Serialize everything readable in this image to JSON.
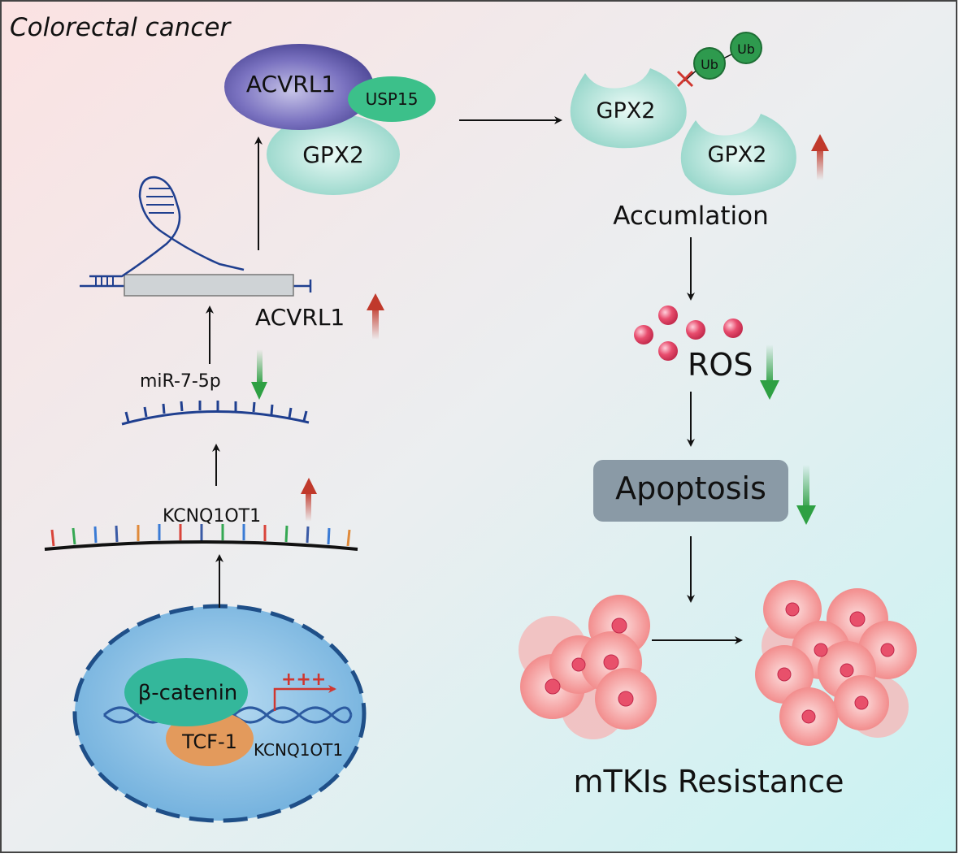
{
  "title": "Colorectal cancer",
  "labels": {
    "acvrl1_complex": "ACVRL1",
    "usp15": "USP15",
    "gpx2_complex": "GPX2",
    "gpx2_a": "GPX2",
    "gpx2_b": "GPX2",
    "ub1": "Ub",
    "ub2": "Ub",
    "accumulation": "Accumlation",
    "acvrl1_gene": "ACVRL1",
    "mir": "miR-7-5p",
    "lnc": "KCNQ1OT1",
    "ros": "ROS",
    "apoptosis": "Apoptosis",
    "beta_catenin": "β-catenin",
    "tcf1": "TCF-1",
    "kcnq_gene": "KCNQ1OT1",
    "plus": "+++",
    "resistance": "mTKIs Resistance"
  },
  "colors": {
    "up_arrow": "#c0392b",
    "down_arrow": "#2ea043",
    "gpx2": "#a8ddd4",
    "acvrl1": "#5f58a8",
    "usp15": "#3cc08a",
    "ub": "#2e9a4e",
    "nucleus": "#8cc3e6",
    "beta_catenin": "#33b79c",
    "tcf1": "#e49a5a",
    "cell": "#f08a8a",
    "apoptosis_box": "#8a9aa6"
  }
}
